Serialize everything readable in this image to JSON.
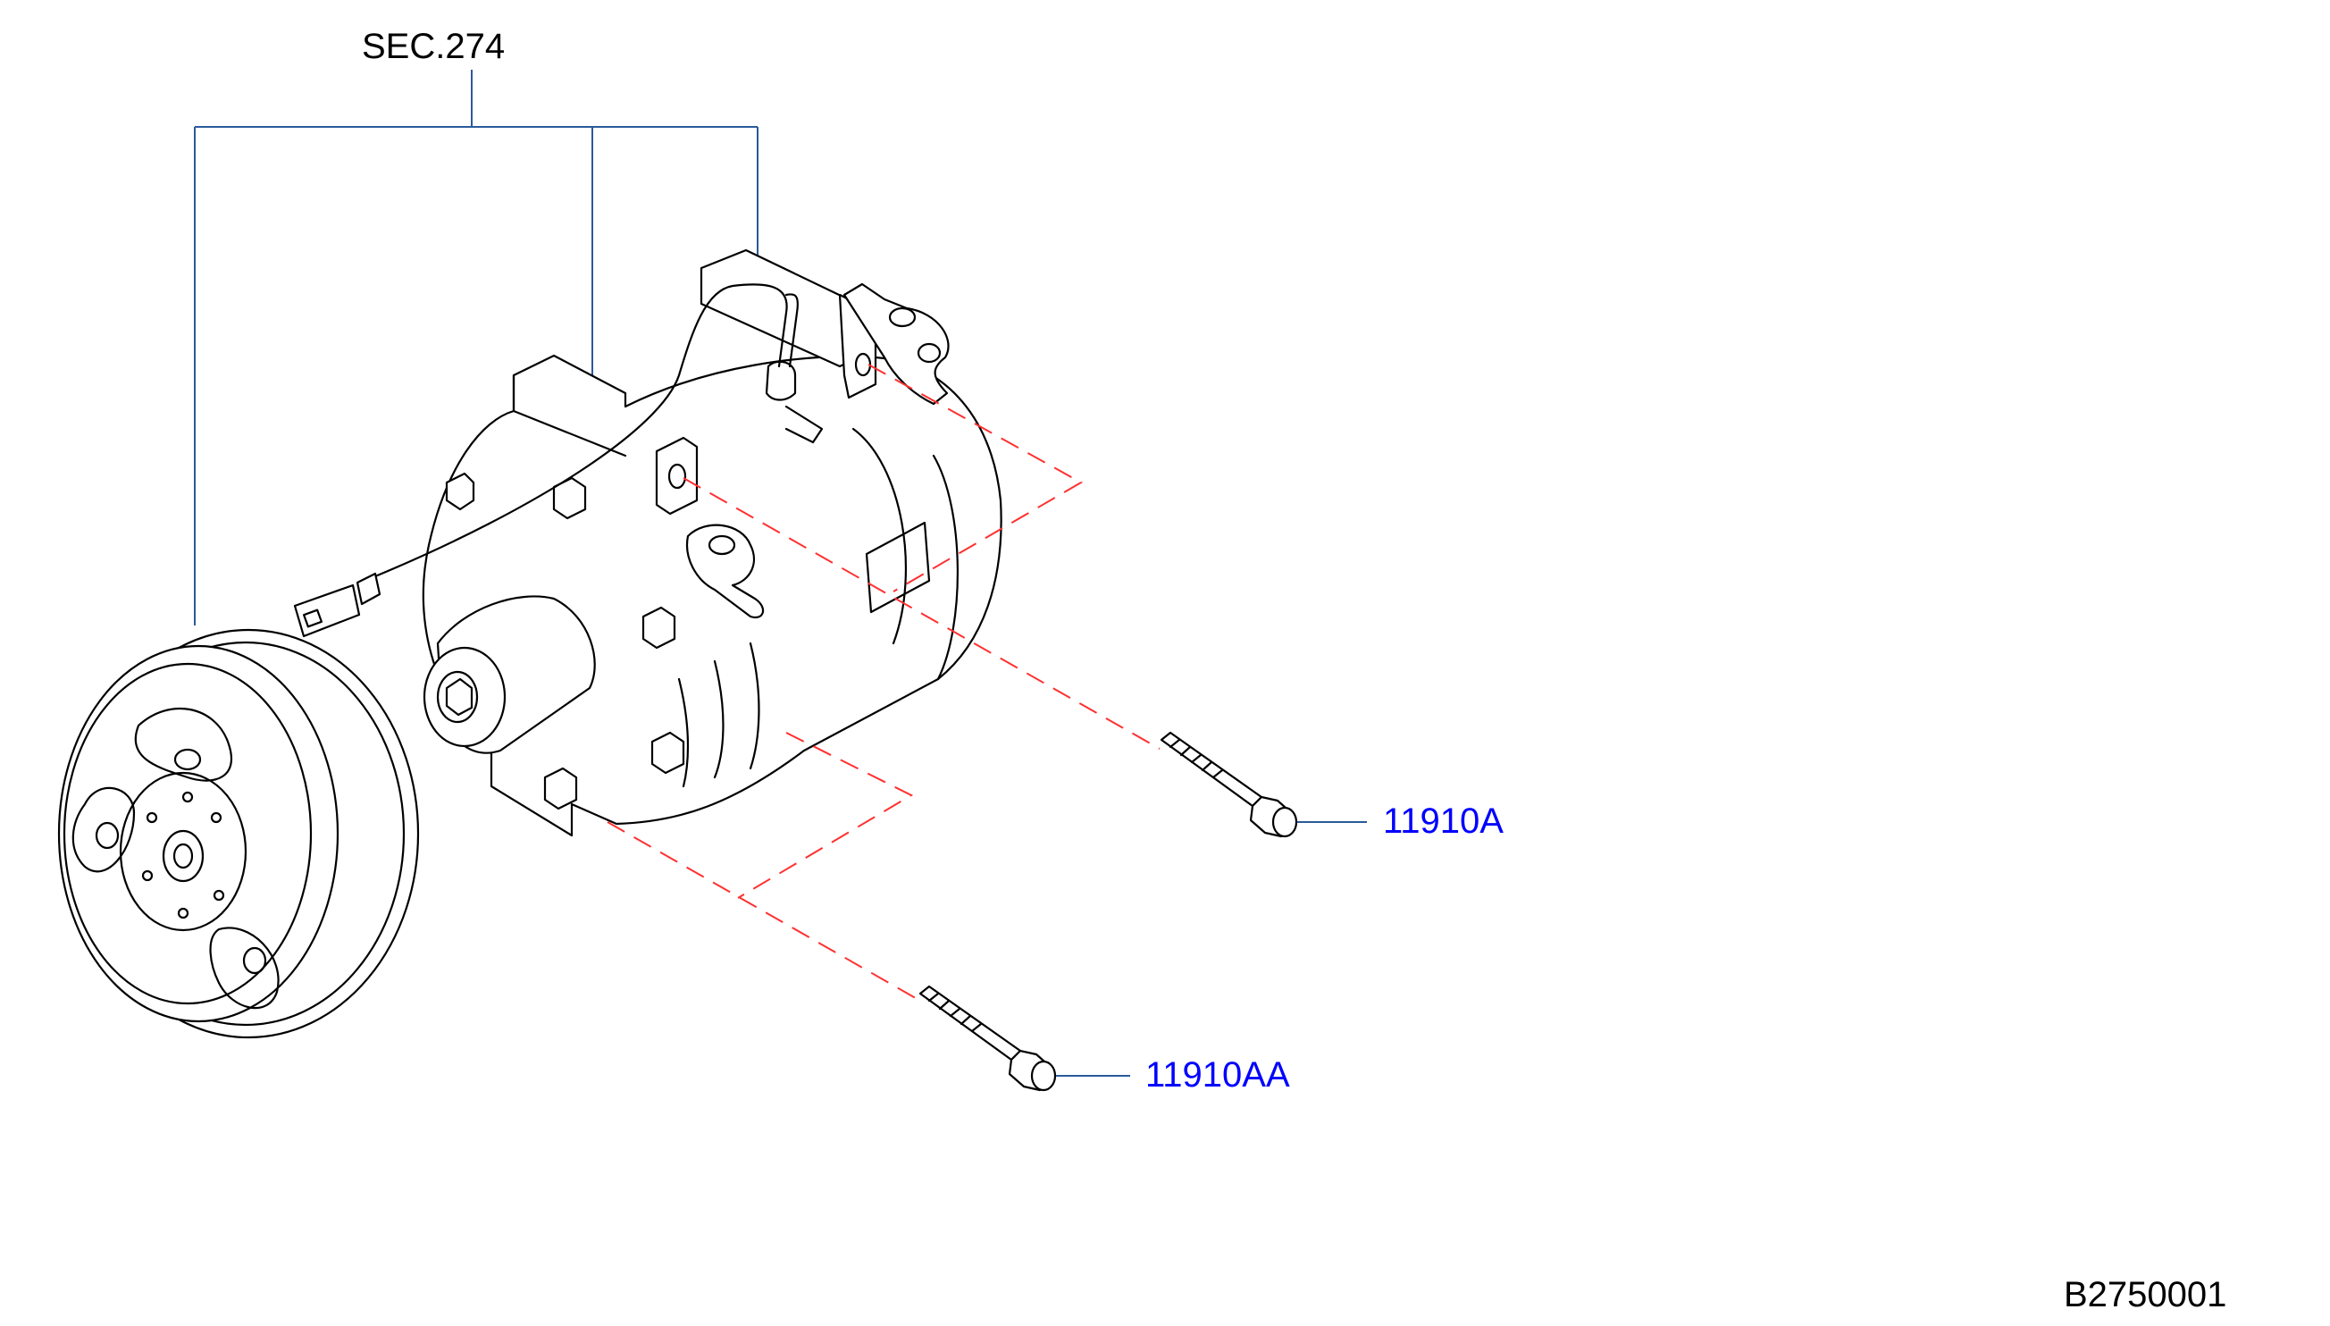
{
  "diagram": {
    "section_reference": "SEC.274",
    "parts": [
      {
        "part_number": "11910A",
        "item": "bolt"
      },
      {
        "part_number": "11910AA",
        "item": "bolt"
      }
    ],
    "drawing_code": "B2750001",
    "colors": {
      "part_label": "#0000ff",
      "leader_line": "#2a5a9a",
      "phantom_line": "#ff3030",
      "outline": "#000000"
    }
  }
}
